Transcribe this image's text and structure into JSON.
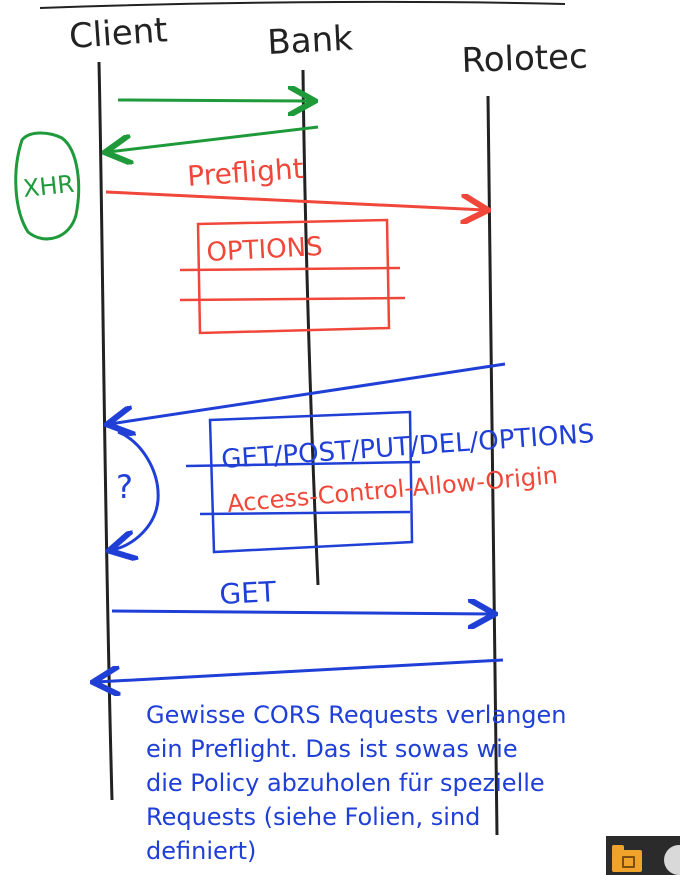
{
  "lifelines": {
    "client": "Client",
    "bank": "Bank",
    "rolotec": "Rolotec"
  },
  "labels": {
    "xhr": "XHR",
    "preflight": "Preflight",
    "options": "OPTIONS",
    "methods": "GET/POST/PUT/DEL/OPTIONS",
    "access_control": "Access-Control-Allow-Origin",
    "question": "?",
    "get": "GET"
  },
  "note": {
    "lines": [
      "Gewisse CORS Requests verlangen",
      "ein Preflight. Das ist sowas wie",
      "die Policy abzuholen für spezielle",
      "Requests (siehe Folien, sind",
      "definiert)"
    ]
  },
  "colors": {
    "ink": "#222222",
    "green": "#1f9a3a",
    "red": "#f0473a",
    "blue": "#1f3fd6"
  },
  "icons": {
    "taskbar_folder": "folder-icon",
    "taskbar_round": "circle-icon"
  }
}
